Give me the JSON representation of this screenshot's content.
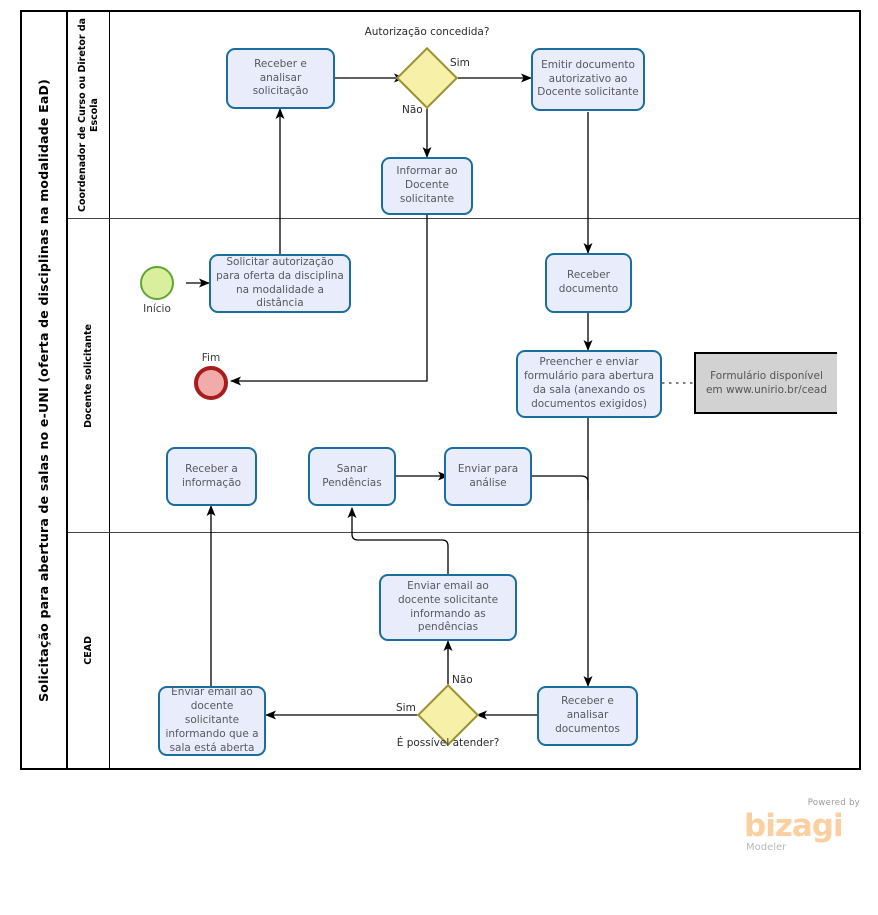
{
  "pool": {
    "title": "Solicitação para abertura de salas no e-UNI (oferta de disciplinas na modalidade EaD)",
    "lanes": [
      {
        "id": "coordenador",
        "label": "Coordenador de Curso ou Diretor da Escola"
      },
      {
        "id": "docente",
        "label": "Docente  solicitante"
      },
      {
        "id": "cead",
        "label": "CEAD"
      }
    ]
  },
  "events": [
    {
      "id": "start",
      "type": "start-event",
      "label": "Início"
    },
    {
      "id": "end",
      "type": "end-event",
      "label": "Fim"
    }
  ],
  "tasks": [
    {
      "id": "t1",
      "lane": "coordenador",
      "label": "Receber  e analisar solicitação"
    },
    {
      "id": "t2",
      "lane": "coordenador",
      "label": "Emitir documento autorizativo ao Docente solicitante"
    },
    {
      "id": "t3",
      "lane": "coordenador",
      "label": "Informar ao Docente solicitante"
    },
    {
      "id": "t4",
      "lane": "docente",
      "label": "Solicitar autorização para oferta da disciplina na modalidade a distância"
    },
    {
      "id": "t5",
      "lane": "docente",
      "label": "Receber documento"
    },
    {
      "id": "t6",
      "lane": "docente",
      "label": "Preencher e enviar formulário para abertura da sala (anexando os documentos exigidos)"
    },
    {
      "id": "t7",
      "lane": "docente",
      "label": "Receber a informação"
    },
    {
      "id": "t8",
      "lane": "docente",
      "label": "Sanar Pendências"
    },
    {
      "id": "t9",
      "lane": "docente",
      "label": "Enviar para análise"
    },
    {
      "id": "t10",
      "lane": "cead",
      "label": "Enviar email ao docente solicitante informando as pendências"
    },
    {
      "id": "t11",
      "lane": "cead",
      "label": "Enviar email ao docente solicitante informando que a sala está aberta"
    },
    {
      "id": "t12",
      "lane": "cead",
      "label": "Receber e analisar documentos"
    }
  ],
  "gateways": [
    {
      "id": "g1",
      "lane": "coordenador",
      "label": "Autorização concedida?",
      "label_position": "above"
    },
    {
      "id": "g2",
      "lane": "cead",
      "label": "É possível atender?",
      "label_position": "below"
    }
  ],
  "flow_labels": [
    {
      "id": "g1-sim",
      "text": "Sim"
    },
    {
      "id": "g1-nao",
      "text": "Não"
    },
    {
      "id": "g2-nao",
      "text": "Não"
    },
    {
      "id": "g2-sim",
      "text": "Sim"
    }
  ],
  "annotations": [
    {
      "id": "a1",
      "text": "Formulário disponível em www.unirio.br/cead"
    }
  ],
  "colors": {
    "task_fill": "#e9ecfb",
    "task_border": "#1a6e9e",
    "gateway_fill": "#f7f0a8",
    "gateway_border": "#9a9334",
    "start_fill": "#d9ef9e",
    "start_border": "#62a532",
    "end_fill": "#efacab",
    "end_border": "#a81c1c",
    "annotation_fill": "#d2d2d2",
    "connector": "#000000",
    "brand": "#fbcfa0"
  },
  "logo": {
    "powered_by": "Powered by",
    "brand": "bizagi",
    "product": "Modeler"
  }
}
